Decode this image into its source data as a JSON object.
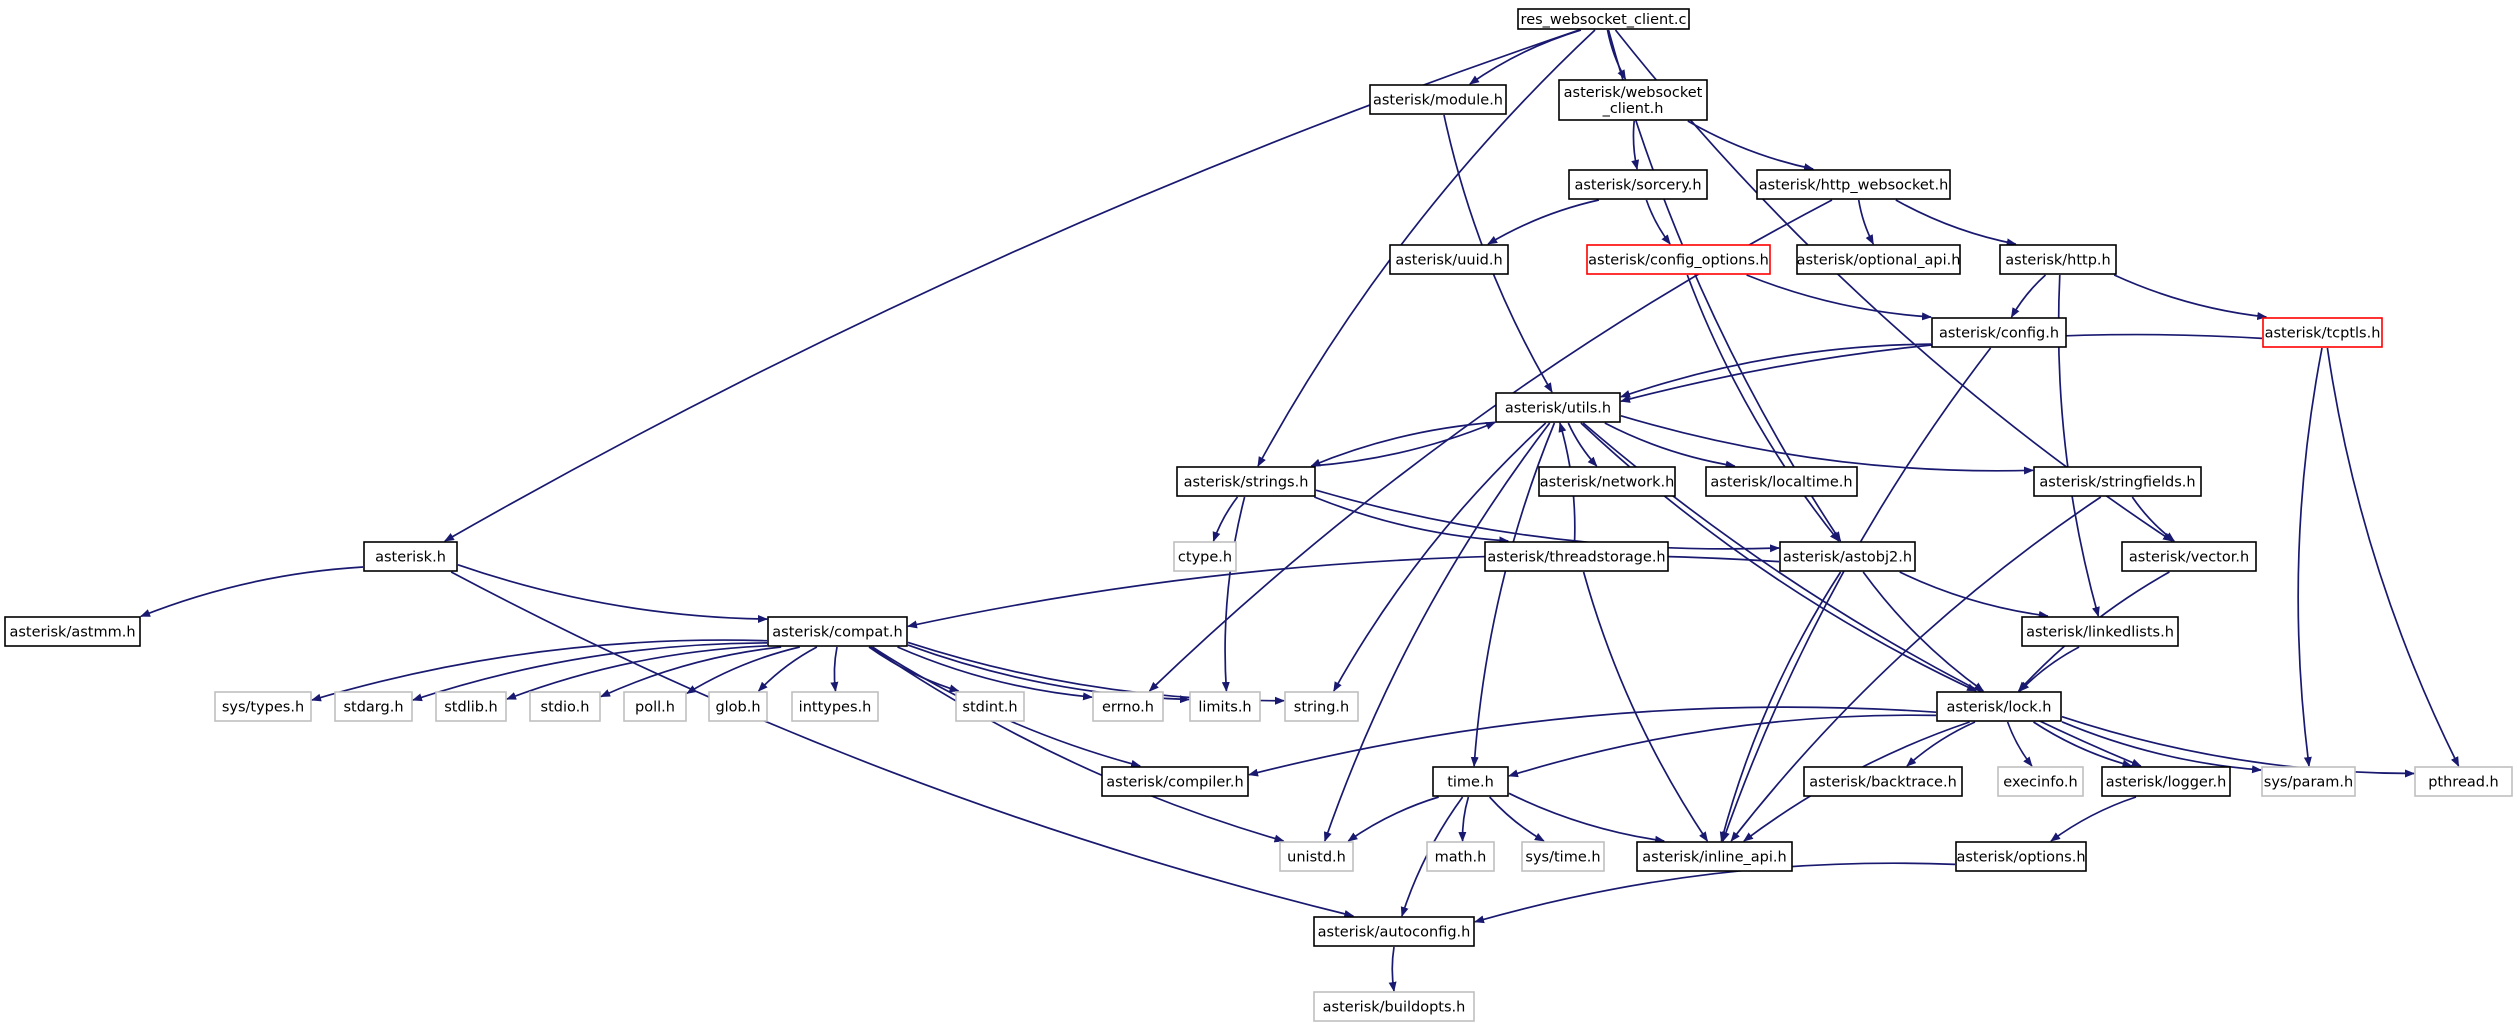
{
  "colors": {
    "edge": "#191970",
    "border_default": "#000000",
    "border_missing": "#bfbfbf",
    "border_truncated": "#ff0000",
    "root_fill": "#bfbfbf",
    "label_text": "#000000"
  },
  "nodes": [
    {
      "id": "root",
      "label": "res_websocket_client.c",
      "kind": "root"
    },
    {
      "id": "module",
      "label": "asterisk/module.h",
      "kind": "default"
    },
    {
      "id": "wsclient",
      "label": [
        "asterisk/websocket",
        "_client.h"
      ],
      "kind": "default"
    },
    {
      "id": "sorcery",
      "label": "asterisk/sorcery.h",
      "kind": "default"
    },
    {
      "id": "httpws",
      "label": "asterisk/http_websocket.h",
      "kind": "default"
    },
    {
      "id": "uuid",
      "label": "asterisk/uuid.h",
      "kind": "default"
    },
    {
      "id": "configopts",
      "label": "asterisk/config_options.h",
      "kind": "truncated"
    },
    {
      "id": "optapi",
      "label": "asterisk/optional_api.h",
      "kind": "default"
    },
    {
      "id": "http",
      "label": "asterisk/http.h",
      "kind": "default"
    },
    {
      "id": "config",
      "label": "asterisk/config.h",
      "kind": "default"
    },
    {
      "id": "tcptls",
      "label": "asterisk/tcptls.h",
      "kind": "truncated"
    },
    {
      "id": "utils",
      "label": "asterisk/utils.h",
      "kind": "default"
    },
    {
      "id": "strings",
      "label": "asterisk/strings.h",
      "kind": "default"
    },
    {
      "id": "network",
      "label": "asterisk/network.h",
      "kind": "default"
    },
    {
      "id": "localtime",
      "label": "asterisk/localtime.h",
      "kind": "default"
    },
    {
      "id": "stringfields",
      "label": "asterisk/stringfields.h",
      "kind": "default"
    },
    {
      "id": "ctype",
      "label": "ctype.h",
      "kind": "missing"
    },
    {
      "id": "threadstorage",
      "label": "asterisk/threadstorage.h",
      "kind": "default"
    },
    {
      "id": "astobj2",
      "label": "asterisk/astobj2.h",
      "kind": "default"
    },
    {
      "id": "vector",
      "label": "asterisk/vector.h",
      "kind": "default"
    },
    {
      "id": "asterisk",
      "label": "asterisk.h",
      "kind": "default"
    },
    {
      "id": "astmm",
      "label": "asterisk/astmm.h",
      "kind": "default"
    },
    {
      "id": "compat",
      "label": "asterisk/compat.h",
      "kind": "default"
    },
    {
      "id": "linkedlists",
      "label": "asterisk/linkedlists.h",
      "kind": "default"
    },
    {
      "id": "systypes",
      "label": "sys/types.h",
      "kind": "missing"
    },
    {
      "id": "stdarg",
      "label": "stdarg.h",
      "kind": "missing"
    },
    {
      "id": "stdlib",
      "label": "stdlib.h",
      "kind": "missing"
    },
    {
      "id": "stdio",
      "label": "stdio.h",
      "kind": "missing"
    },
    {
      "id": "poll",
      "label": "poll.h",
      "kind": "missing"
    },
    {
      "id": "glob",
      "label": "glob.h",
      "kind": "missing"
    },
    {
      "id": "inttypes",
      "label": "inttypes.h",
      "kind": "missing"
    },
    {
      "id": "stdint",
      "label": "stdint.h",
      "kind": "missing"
    },
    {
      "id": "errno",
      "label": "errno.h",
      "kind": "missing"
    },
    {
      "id": "limits",
      "label": "limits.h",
      "kind": "missing"
    },
    {
      "id": "string",
      "label": "string.h",
      "kind": "missing"
    },
    {
      "id": "lock",
      "label": "asterisk/lock.h",
      "kind": "default"
    },
    {
      "id": "compiler",
      "label": "asterisk/compiler.h",
      "kind": "default"
    },
    {
      "id": "time",
      "label": "time.h",
      "kind": "default"
    },
    {
      "id": "backtrace",
      "label": "asterisk/backtrace.h",
      "kind": "default"
    },
    {
      "id": "execinfo",
      "label": "execinfo.h",
      "kind": "missing"
    },
    {
      "id": "logger",
      "label": "asterisk/logger.h",
      "kind": "default"
    },
    {
      "id": "sysparam",
      "label": "sys/param.h",
      "kind": "missing"
    },
    {
      "id": "pthread",
      "label": "pthread.h",
      "kind": "missing"
    },
    {
      "id": "unistd",
      "label": "unistd.h",
      "kind": "missing"
    },
    {
      "id": "math",
      "label": "math.h",
      "kind": "missing"
    },
    {
      "id": "systime",
      "label": "sys/time.h",
      "kind": "missing"
    },
    {
      "id": "inlineapi",
      "label": "asterisk/inline_api.h",
      "kind": "default"
    },
    {
      "id": "options",
      "label": "asterisk/options.h",
      "kind": "default"
    },
    {
      "id": "autoconfig",
      "label": "asterisk/autoconfig.h",
      "kind": "default"
    },
    {
      "id": "buildopts",
      "label": "asterisk/buildopts.h",
      "kind": "missing"
    }
  ],
  "edges": [
    [
      "root",
      "module"
    ],
    [
      "root",
      "wsclient"
    ],
    [
      "root",
      "strings"
    ],
    [
      "root",
      "astobj2"
    ],
    [
      "root",
      "vector"
    ],
    [
      "root",
      "asterisk"
    ],
    [
      "module",
      "utils"
    ],
    [
      "wsclient",
      "sorcery"
    ],
    [
      "wsclient",
      "httpws"
    ],
    [
      "sorcery",
      "uuid"
    ],
    [
      "sorcery",
      "configopts"
    ],
    [
      "httpws",
      "optapi"
    ],
    [
      "httpws",
      "http"
    ],
    [
      "httpws",
      "errno"
    ],
    [
      "configopts",
      "config"
    ],
    [
      "configopts",
      "astobj2"
    ],
    [
      "http",
      "config"
    ],
    [
      "http",
      "tcptls"
    ],
    [
      "http",
      "linkedlists"
    ],
    [
      "config",
      "utils"
    ],
    [
      "config",
      "inlineapi"
    ],
    [
      "tcptls",
      "utils"
    ],
    [
      "tcptls",
      "sysparam"
    ],
    [
      "tcptls",
      "pthread"
    ],
    [
      "utils",
      "strings"
    ],
    [
      "utils",
      "network"
    ],
    [
      "utils",
      "localtime"
    ],
    [
      "utils",
      "stringfields"
    ],
    [
      "utils",
      "lock"
    ],
    [
      "utils",
      "logger"
    ],
    [
      "utils",
      "time"
    ],
    [
      "utils",
      "string"
    ],
    [
      "utils",
      "unistd"
    ],
    [
      "strings",
      "utils"
    ],
    [
      "strings",
      "ctype"
    ],
    [
      "strings",
      "threadstorage"
    ],
    [
      "strings",
      "astobj2"
    ],
    [
      "strings",
      "limits"
    ],
    [
      "threadstorage",
      "utils"
    ],
    [
      "threadstorage",
      "inlineapi"
    ],
    [
      "stringfields",
      "vector"
    ],
    [
      "stringfields",
      "inlineapi"
    ],
    [
      "astobj2",
      "compat"
    ],
    [
      "astobj2",
      "linkedlists"
    ],
    [
      "astobj2",
      "lock"
    ],
    [
      "astobj2",
      "inlineapi"
    ],
    [
      "vector",
      "lock"
    ],
    [
      "asterisk",
      "astmm"
    ],
    [
      "asterisk",
      "compat"
    ],
    [
      "asterisk",
      "autoconfig"
    ],
    [
      "compat",
      "systypes"
    ],
    [
      "compat",
      "stdarg"
    ],
    [
      "compat",
      "stdlib"
    ],
    [
      "compat",
      "stdio"
    ],
    [
      "compat",
      "poll"
    ],
    [
      "compat",
      "glob"
    ],
    [
      "compat",
      "inttypes"
    ],
    [
      "compat",
      "stdint"
    ],
    [
      "compat",
      "errno"
    ],
    [
      "compat",
      "limits"
    ],
    [
      "compat",
      "string"
    ],
    [
      "compat",
      "compiler"
    ],
    [
      "compat",
      "unistd"
    ],
    [
      "linkedlists",
      "lock"
    ],
    [
      "lock",
      "compiler"
    ],
    [
      "lock",
      "time"
    ],
    [
      "lock",
      "backtrace"
    ],
    [
      "lock",
      "execinfo"
    ],
    [
      "lock",
      "logger"
    ],
    [
      "lock",
      "sysparam"
    ],
    [
      "lock",
      "pthread"
    ],
    [
      "lock",
      "inlineapi"
    ],
    [
      "time",
      "unistd"
    ],
    [
      "time",
      "math"
    ],
    [
      "time",
      "systime"
    ],
    [
      "time",
      "inlineapi"
    ],
    [
      "time",
      "autoconfig"
    ],
    [
      "logger",
      "options"
    ],
    [
      "options",
      "autoconfig"
    ],
    [
      "autoconfig",
      "buildopts"
    ]
  ]
}
